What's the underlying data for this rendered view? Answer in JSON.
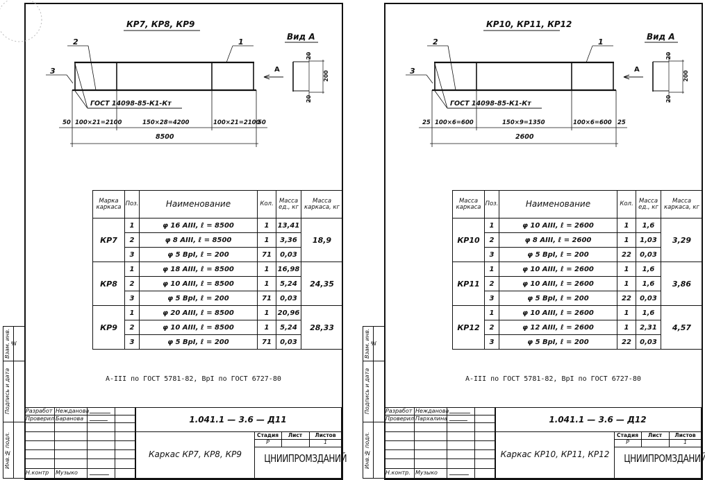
{
  "sheets": [
    {
      "title": "КР7, КР8, КР9",
      "view_label": "Вид А",
      "arrow_label": "А",
      "leaders": [
        "1",
        "2",
        "3"
      ],
      "weld_note": "ГОСТ 14098-85-К1-Кт",
      "dims": [
        "50",
        "100×21=2100",
        "150×28=4200",
        "100×21=2100",
        "50"
      ],
      "total": "8500",
      "section_dims": [
        "20",
        "200",
        "20"
      ],
      "table": {
        "headers": [
          "Марка каркаса",
          "Поз.",
          "Наименование",
          "Кол.",
          "Масса ед., кг",
          "Масса каркаса, кг"
        ],
        "groups": [
          {
            "mark": "КР7",
            "total": "18,9",
            "rows": [
              {
                "pos": "1",
                "name": "φ 16 AIII, ℓ = 8500",
                "qty": "1",
                "mass": "13,41"
              },
              {
                "pos": "2",
                "name": "φ 8 AIII, ℓ = 8500",
                "qty": "1",
                "mass": "3,36"
              },
              {
                "pos": "3",
                "name": "φ 5 BpI, ℓ = 200",
                "qty": "71",
                "mass": "0,03"
              }
            ]
          },
          {
            "mark": "КР8",
            "total": "24,35",
            "rows": [
              {
                "pos": "1",
                "name": "φ 18 AIII, ℓ = 8500",
                "qty": "1",
                "mass": "16,98"
              },
              {
                "pos": "2",
                "name": "φ 10 AIII, ℓ = 8500",
                "qty": "1",
                "mass": "5,24"
              },
              {
                "pos": "3",
                "name": "φ 5 BpI, ℓ = 200",
                "qty": "71",
                "mass": "0,03"
              }
            ]
          },
          {
            "mark": "КР9",
            "total": "28,33",
            "rows": [
              {
                "pos": "1",
                "name": "φ 20 AIII, ℓ = 8500",
                "qty": "1",
                "mass": "20,96"
              },
              {
                "pos": "2",
                "name": "φ 10 AIII, ℓ = 8500",
                "qty": "1",
                "mass": "5,24"
              },
              {
                "pos": "3",
                "name": "φ 5 BpI, ℓ = 200",
                "qty": "71",
                "mass": "0,03"
              }
            ]
          }
        ]
      },
      "note": "А-III по ГОСТ 5781-82, ВрI по ГОСТ 6727-80",
      "title_block": {
        "roles": [
          {
            "role": "Разработ",
            "name": "Нежданова"
          },
          {
            "role": "Проверил",
            "name": "Баранова"
          },
          {
            "role": "Н.контр",
            "name": "Музыко"
          }
        ],
        "code": "1.041.1 — 3.6 — Д11",
        "name": "Каркас КР7, КР8, КР9",
        "stage_headers": [
          "Стадия",
          "Лист",
          "Листов"
        ],
        "stage": "Р",
        "sheet": "",
        "sheets": "1",
        "org": "ЦНИИПРОМЗДАНИЙ"
      },
      "side_stamp": [
        "Взам. инв.№",
        "Подпись и дата",
        "Инв.№ подл."
      ]
    },
    {
      "title": "КР10, КР11, КР12",
      "view_label": "Вид А",
      "arrow_label": "А",
      "leaders": [
        "1",
        "2",
        "3"
      ],
      "weld_note": "ГОСТ 14098-85-К1-Кт",
      "dims": [
        "25",
        "100×6=600",
        "150×9=1350",
        "100×6=600",
        "25"
      ],
      "total": "2600",
      "section_dims": [
        "20",
        "200",
        "20"
      ],
      "table": {
        "headers": [
          "Масса каркаса",
          "Поз.",
          "Наименование",
          "Кол.",
          "Масса ед., кг",
          "Масса каркаса, кг"
        ],
        "groups": [
          {
            "mark": "КР10",
            "total": "3,29",
            "rows": [
              {
                "pos": "1",
                "name": "φ 10 AIII, ℓ = 2600",
                "qty": "1",
                "mass": "1,6"
              },
              {
                "pos": "2",
                "name": "φ 8 AIII, ℓ = 2600",
                "qty": "1",
                "mass": "1,03"
              },
              {
                "pos": "3",
                "name": "φ 5 BpI, ℓ = 200",
                "qty": "22",
                "mass": "0,03"
              }
            ]
          },
          {
            "mark": "КР11",
            "total": "3,86",
            "rows": [
              {
                "pos": "1",
                "name": "φ 10 AIII, ℓ = 2600",
                "qty": "1",
                "mass": "1,6"
              },
              {
                "pos": "2",
                "name": "φ 10 AIII, ℓ = 2600",
                "qty": "1",
                "mass": "1,6"
              },
              {
                "pos": "3",
                "name": "φ 5 BpI, ℓ = 200",
                "qty": "22",
                "mass": "0,03"
              }
            ]
          },
          {
            "mark": "КР12",
            "total": "4,57",
            "rows": [
              {
                "pos": "1",
                "name": "φ 10 AIII, ℓ = 2600",
                "qty": "1",
                "mass": "1,6"
              },
              {
                "pos": "2",
                "name": "φ 12 AIII, ℓ = 2600",
                "qty": "1",
                "mass": "2,31"
              },
              {
                "pos": "3",
                "name": "φ 5 BpI, ℓ = 200",
                "qty": "22",
                "mass": "0,03"
              }
            ]
          }
        ]
      },
      "note": "А-III по ГОСТ 5781-82, ВрI по ГОСТ 6727-80",
      "title_block": {
        "roles": [
          {
            "role": "Разработ",
            "name": "Нежданова"
          },
          {
            "role": "Проверил",
            "name": "Пархалина"
          },
          {
            "role": "Н.контр.",
            "name": "Музыко"
          }
        ],
        "code": "1.041.1 — 3.6 — Д12",
        "name": "Каркас КР10, КР11, КР12",
        "stage_headers": [
          "Стадия",
          "Лист",
          "Листов"
        ],
        "stage": "Р",
        "sheet": "",
        "sheets": "1",
        "org": "ЦНИИПРОМЗДАНИЙ"
      },
      "side_stamp": [
        "Взам. инв.№",
        "Подпись и дата",
        "Инв.№ подл."
      ]
    }
  ]
}
